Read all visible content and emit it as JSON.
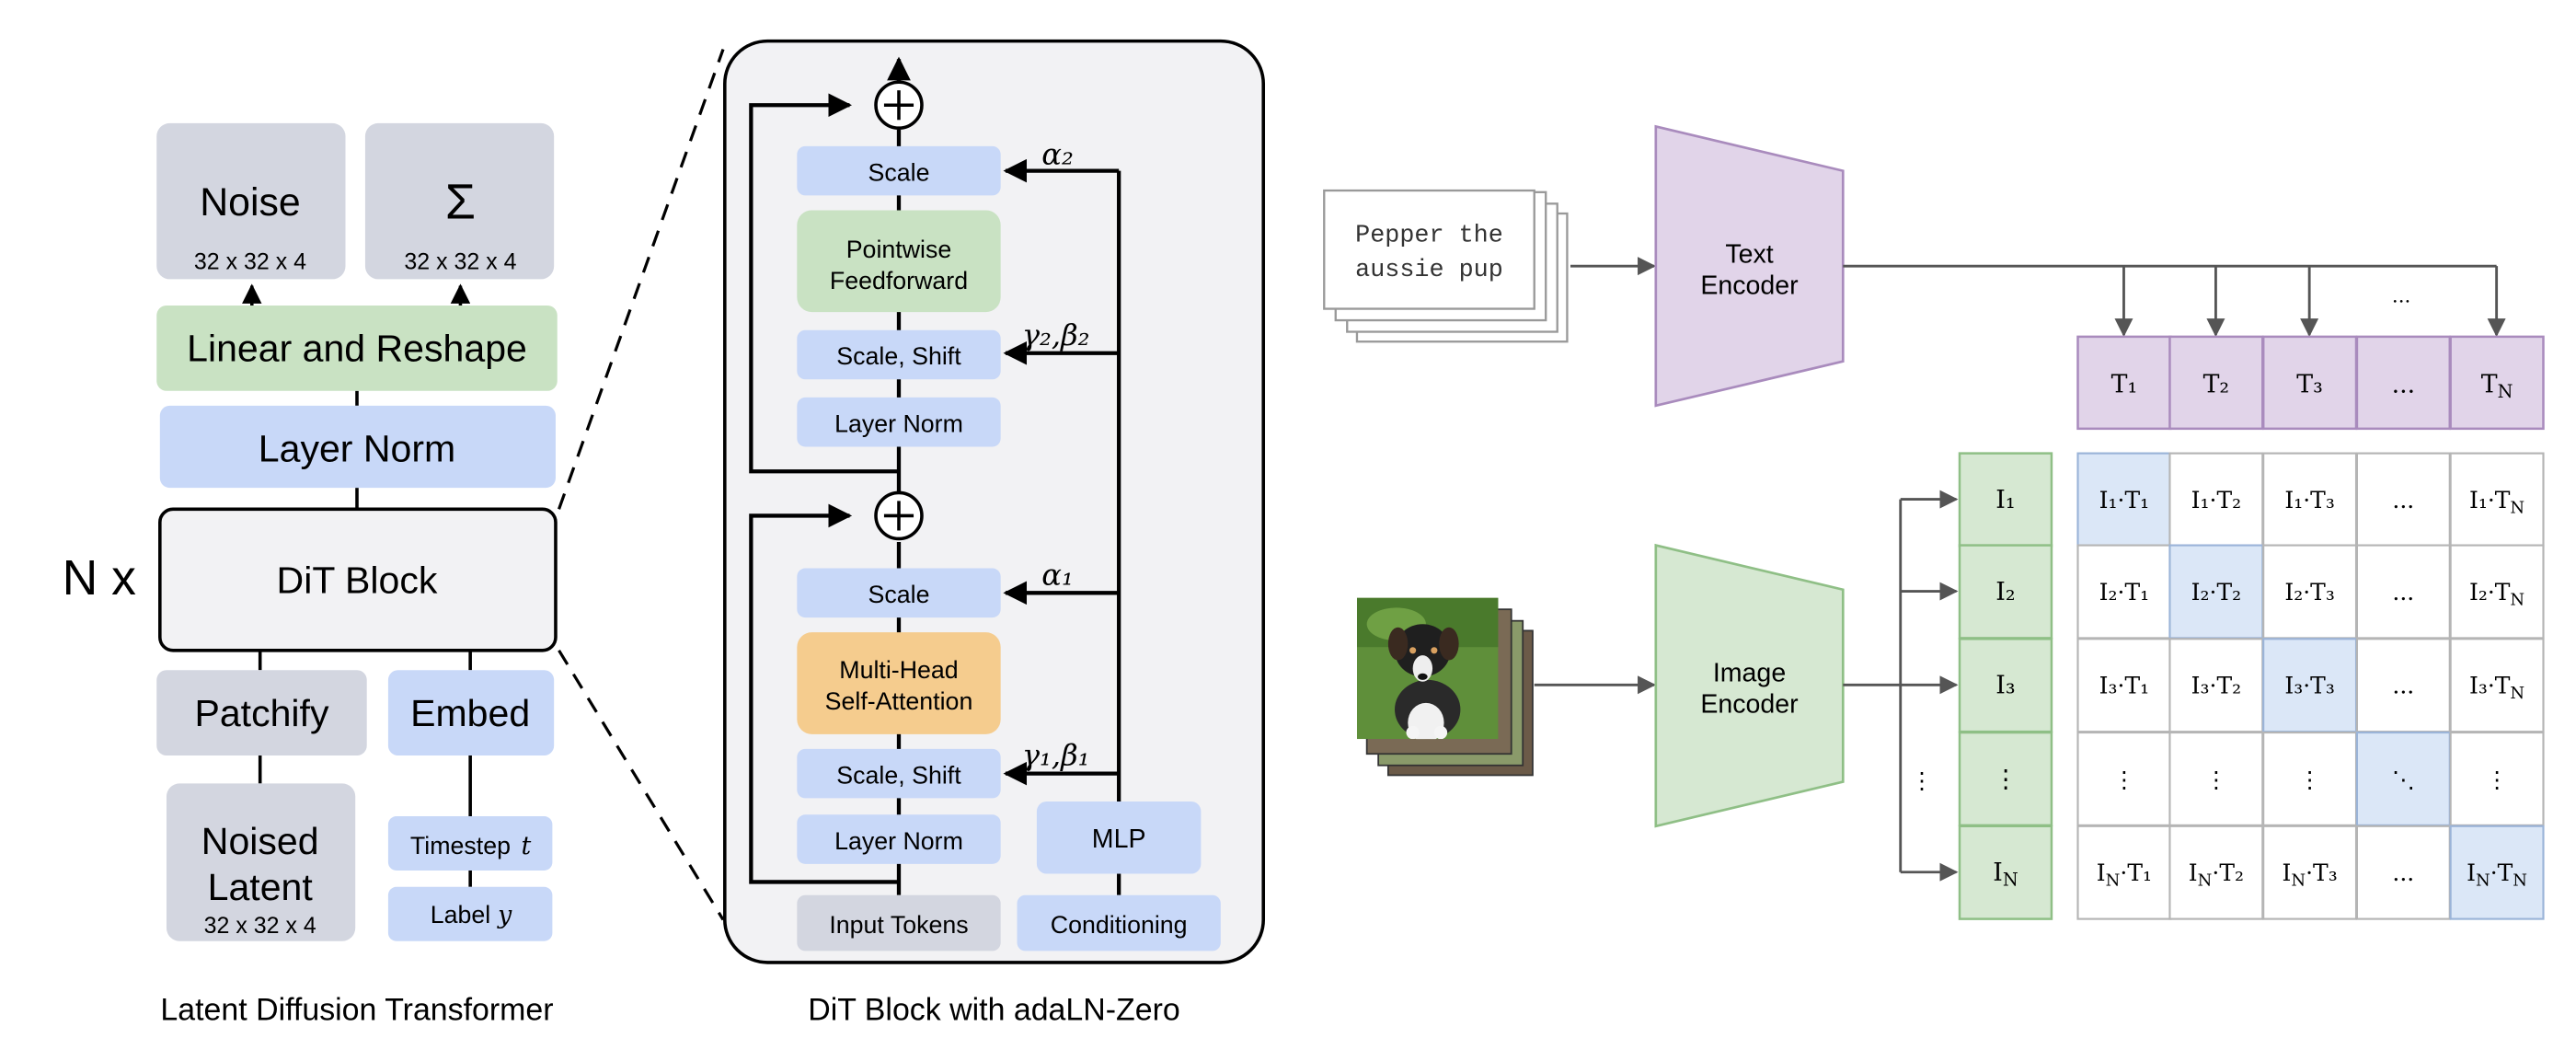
{
  "colors": {
    "gray": "#d3d6e0",
    "green": "#c9e2c3",
    "blue": "#c8d8f8",
    "orange": "#f5cc8e",
    "purple": "#e1d4e9",
    "purple_border": "#a98bbd",
    "img_green": "#d6e8d2",
    "img_green_border": "#8fbf86",
    "diag_blue": "#dbe7f7",
    "panel_bg": "#f2f2f4"
  },
  "left": {
    "noise": "Noise",
    "noise_dims": "32 x 32 x 4",
    "sigma": "Σ",
    "sigma_dims": "32 x 32 x 4",
    "linear_reshape": "Linear and Reshape",
    "layer_norm": "Layer Norm",
    "nx": "N x",
    "dit_block": "DiT Block",
    "patchify": "Patchify",
    "embed": "Embed",
    "noised_latent_1": "Noised",
    "noised_latent_2": "Latent",
    "noised_latent_dims": "32 x 32 x 4",
    "timestep": "Timestep",
    "timestep_var": "t",
    "label": "Label",
    "label_var": "y",
    "caption": "Latent Diffusion Transformer"
  },
  "middle": {
    "scale_top": "Scale",
    "pointwise_1": "Pointwise",
    "pointwise_2": "Feedforward",
    "scale_shift_top": "Scale, Shift",
    "layer_norm_top": "Layer Norm",
    "scale_bottom": "Scale",
    "mhsa_1": "Multi-Head",
    "mhsa_2": "Self-Attention",
    "scale_shift_bottom": "Scale, Shift",
    "layer_norm_bottom": "Layer Norm",
    "mlp": "MLP",
    "input_tokens": "Input Tokens",
    "conditioning": "Conditioning",
    "alpha2": "α₂",
    "gamma2_beta2": "γ₂,β₂",
    "alpha1": "α₁",
    "gamma1_beta1": "γ₁,β₁",
    "caption": "DiT Block with adaLN-Zero"
  },
  "right": {
    "text_line1": "Pepper the",
    "text_line2": "aussie pup",
    "text_encoder_1": "Text",
    "text_encoder_2": "Encoder",
    "image_encoder_1": "Image",
    "image_encoder_2": "Encoder",
    "t_labels": [
      "T₁",
      "T₂",
      "T₃",
      "...",
      "T_N"
    ],
    "i_labels": [
      "I₁",
      "I₂",
      "I₃",
      "⋮",
      "I_N"
    ],
    "dots_top": "...",
    "dots_side": "⋮",
    "matrix": [
      [
        "I₁·T₁",
        "I₁·T₂",
        "I₁·T₃",
        "...",
        "I₁·T_N"
      ],
      [
        "I₂·T₁",
        "I₂·T₂",
        "I₂·T₃",
        "...",
        "I₂·T_N"
      ],
      [
        "I₃·T₁",
        "I₃·T₂",
        "I₃·T₃",
        "...",
        "I₃·T_N"
      ],
      [
        "⋮",
        "⋮",
        "⋮",
        "⋱",
        "⋮"
      ],
      [
        "I_N·T₁",
        "I_N·T₂",
        "I_N·T₃",
        "...",
        "I_N·T_N"
      ]
    ]
  }
}
